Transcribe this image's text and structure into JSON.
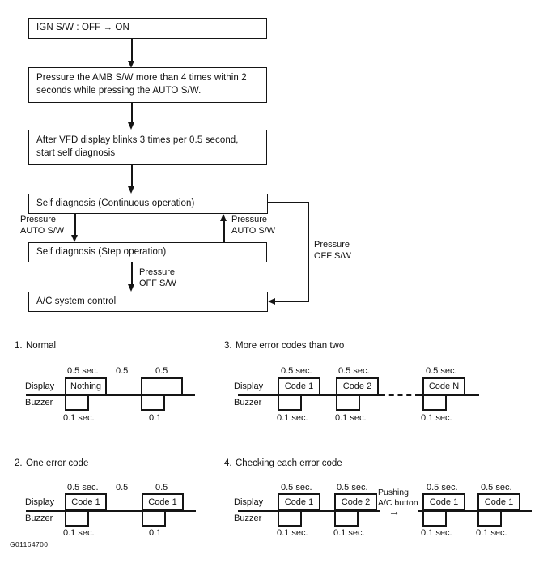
{
  "figure_id": "G01164700",
  "flowchart": {
    "step_ign": "IGN S/W : OFF → ON",
    "step_amb": "Pressure the AMB S/W more than 4 times within 2\nseconds while pressing the AUTO S/W.",
    "step_vfd": "After VFD display blinks 3 times per 0.5 second,\nstart self diagnosis",
    "step_continuous": "Self diagnosis (Continuous operation)",
    "step_step": "Self diagnosis (Step operation)",
    "step_ac": "A/C system control",
    "label_pressure_auto_down": "Pressure\nAUTO S/W",
    "label_pressure_auto_up": "Pressure\nAUTO S/W",
    "label_pressure_off_down": "Pressure\nOFF S/W",
    "label_pressure_off_loop": "Pressure\nOFF S/W"
  },
  "timing": {
    "d1": {
      "num": "1.",
      "title": "Normal",
      "display": "Display",
      "buzzer": "Buzzer",
      "t1": "0.5 sec.",
      "t2": "0.5",
      "t3": "0.5",
      "box1": "Nothing",
      "box2": "",
      "b1": "0.1 sec.",
      "b2": "0.1"
    },
    "d2": {
      "num": "2.",
      "title": "One error code",
      "display": "Display",
      "buzzer": "Buzzer",
      "t1": "0.5 sec.",
      "t2": "0.5",
      "t3": "0.5",
      "box1": "Code 1",
      "box2": "Code 1",
      "b1": "0.1 sec.",
      "b2": "0.1"
    },
    "d3": {
      "num": "3.",
      "title": "More error codes than two",
      "display": "Display",
      "buzzer": "Buzzer",
      "t1": "0.5 sec.",
      "t2": "0.5 sec.",
      "t3": "0.5 sec.",
      "box1": "Code 1",
      "box2": "Code 2",
      "box3": "Code N",
      "b1": "0.1 sec.",
      "b2": "0.1 sec.",
      "b3": "0.1 sec."
    },
    "d4": {
      "num": "4.",
      "title": "Checking each error code",
      "display": "Display",
      "buzzer": "Buzzer",
      "t1": "0.5 sec.",
      "t2": "0.5 sec.",
      "t3": "0.5 sec.",
      "t4": "0.5 sec.",
      "box1": "Code 1",
      "box2": "Code 2",
      "box3": "Code 1",
      "box4": "Code 1",
      "b1": "0.1 sec.",
      "b2": "0.1 sec.",
      "b3": "0.1 sec.",
      "b4": "0.1 sec.",
      "pushing": "Pushing\nA/C button",
      "arrow": "→"
    }
  }
}
